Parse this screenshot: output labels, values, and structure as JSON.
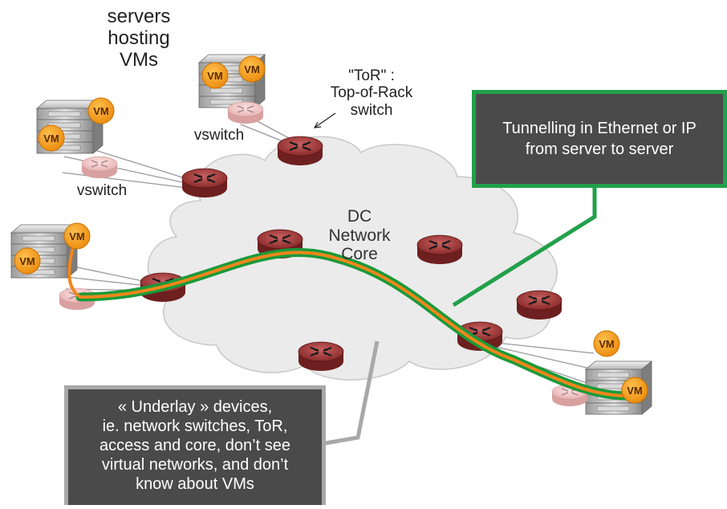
{
  "labels": {
    "servers_hosting": "servers\nhosting\nVMs",
    "vswitch_top": "vswitch",
    "vswitch_left": "vswitch",
    "tor": "\"ToR\" :\nTop-of-Rack\nswitch",
    "dc_core": "DC\nNetwork\nCore",
    "vm": "VM"
  },
  "callouts": {
    "tunnelling": "Tunnelling in Ethernet or IP\nfrom server to server",
    "underlay": "« Underlay » devices,\nie. network switches, ToR,\naccess and core, don’t see\nvirtual networks, and don’t\nknow about VMs"
  },
  "colors": {
    "tunnel_green": "#1a9a3a",
    "tunnel_orange": "#f0861a",
    "callout_bg": "#4a4a4a",
    "callout_green_border": "#22a04a",
    "callout_grey_border": "#a0a0a0",
    "vm_orange": "#f39a16",
    "router_red": "#8f2e2e",
    "vswitch_pink": "#f2c6c6",
    "cloud_grey": "#eaeaea"
  },
  "icons": [
    "server-icon",
    "vm-icon",
    "router-icon",
    "vswitch-icon",
    "cloud-shape"
  ]
}
